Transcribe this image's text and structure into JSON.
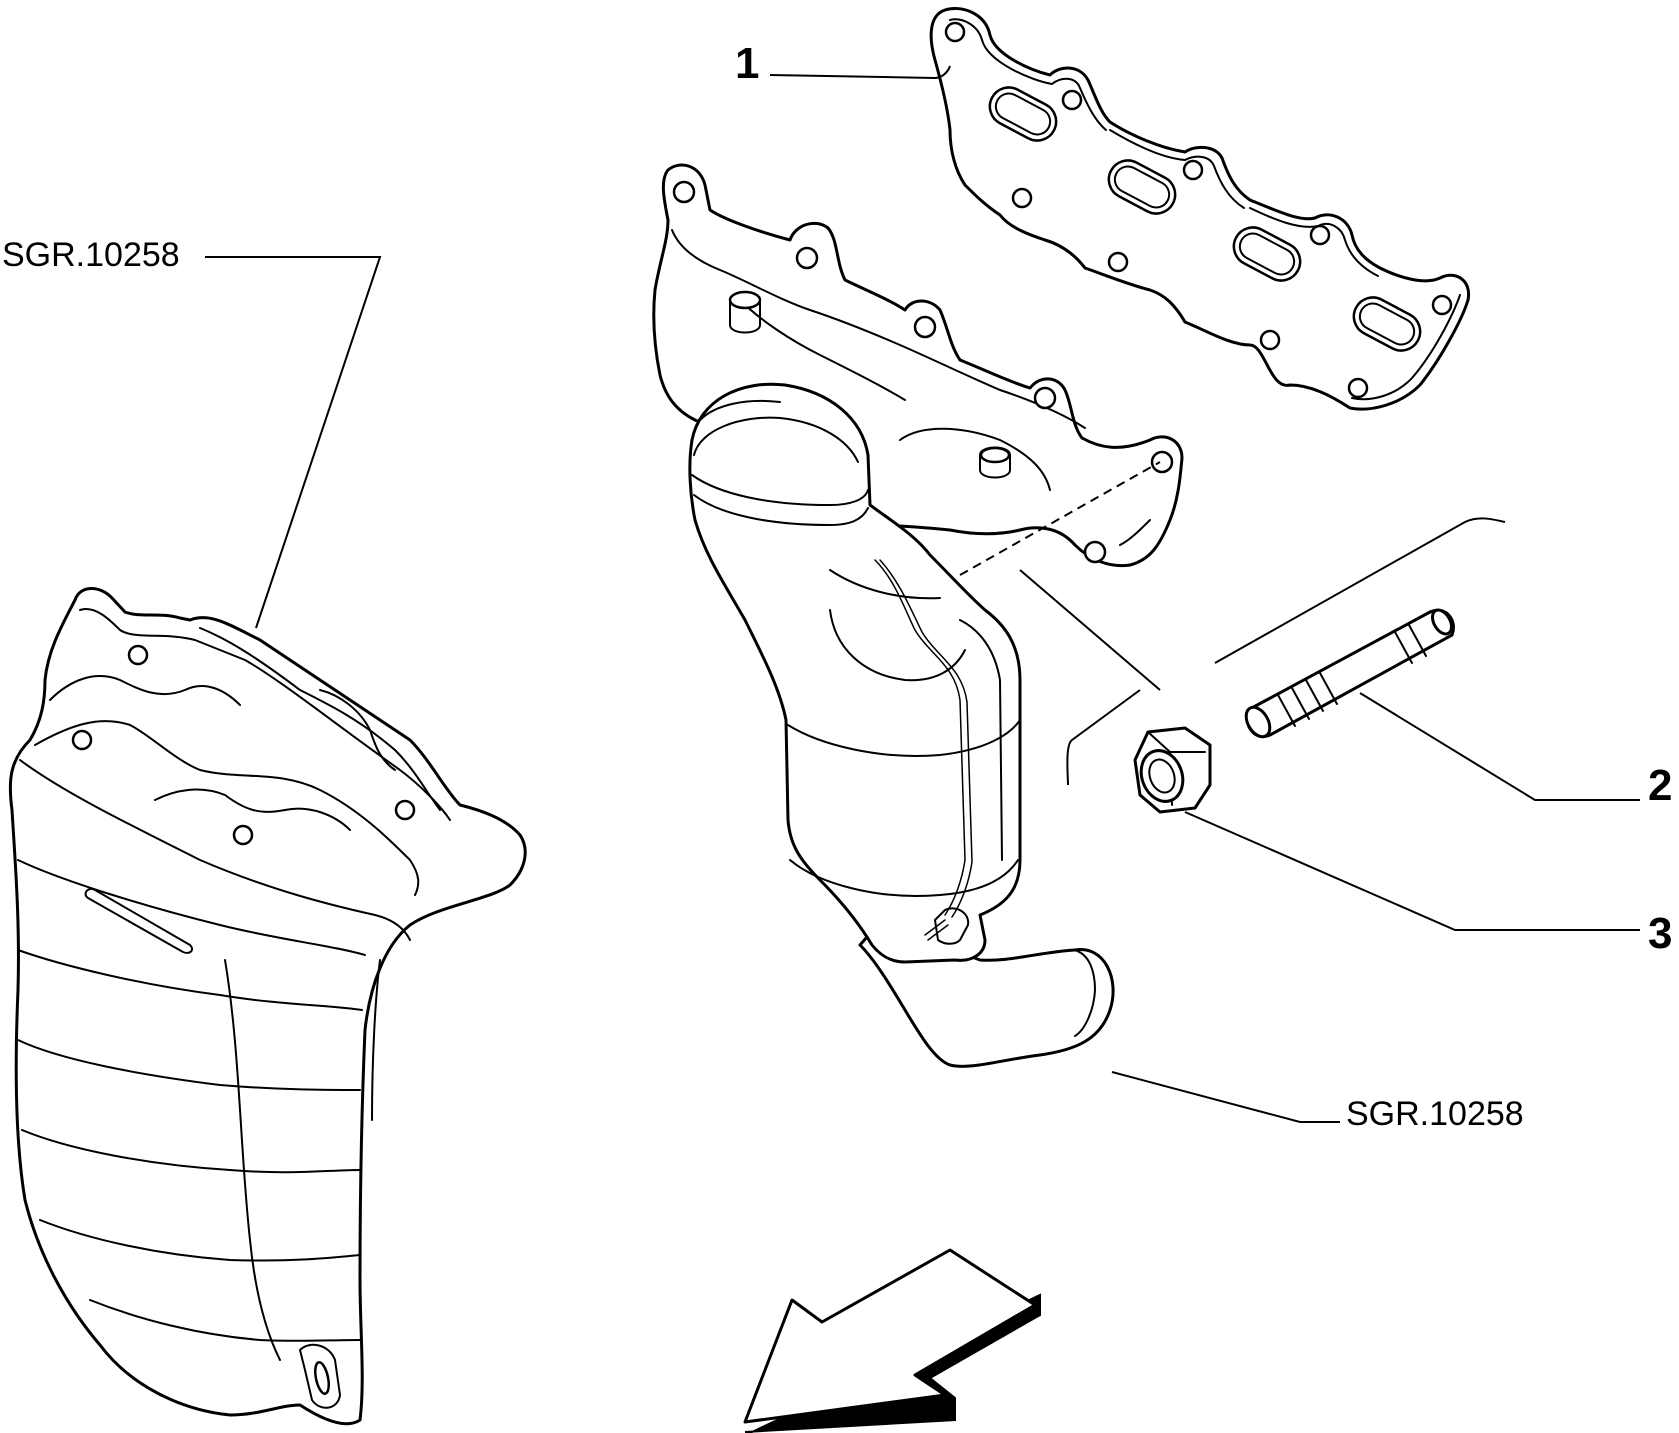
{
  "diagram": {
    "callouts": {
      "part_1": "1",
      "part_2": "2",
      "part_3": "3",
      "ref_heat_shield": "SGR.10258",
      "ref_downpipe": "SGR.10258"
    },
    "colors": {
      "line": "#000000",
      "background": "#ffffff"
    },
    "icons": {
      "direction_arrow": "front-direction-arrow-icon"
    }
  }
}
